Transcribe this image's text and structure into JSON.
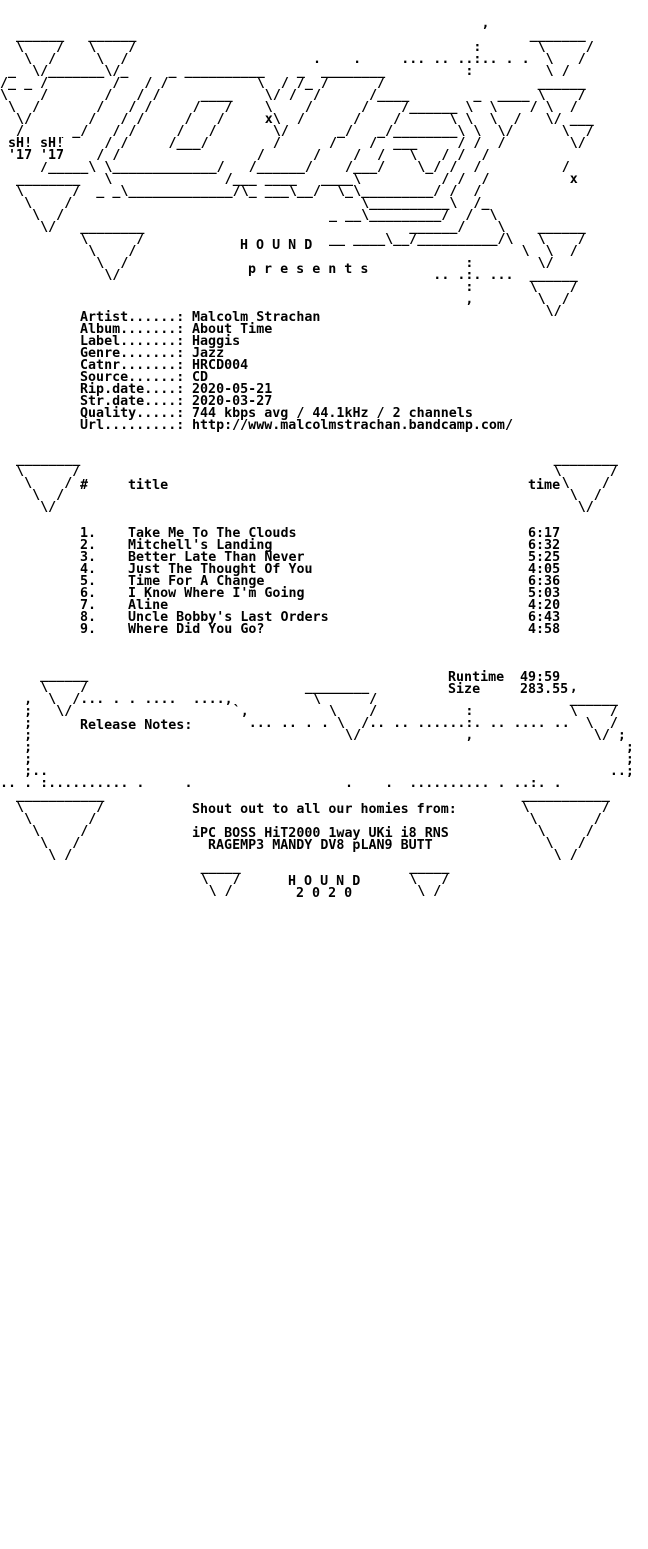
{
  "group": "H O U N D",
  "presents": "p r e s e n t s",
  "tag": "sH!",
  "tag_year": "'17",
  "info": {
    "artist_label": "Artist......:",
    "artist": "Malcolm Strachan",
    "album_label": "Album.......:",
    "album": "About Time",
    "label_label": "Label.......:",
    "label": "Haggis",
    "genre_label": "Genre.......:",
    "genre": "Jazz",
    "catnr_label": "Catnr.......:",
    "catnr": "HRCD004",
    "source_label": "Source......:",
    "source": "CD",
    "ripdate_label": "Rip.date....:",
    "ripdate": "2020-05-21",
    "strdate_label": "Str.date....:",
    "strdate": "2020-03-27",
    "quality_label": "Quality.....:",
    "quality": "744 kbps avg / 44.1kHz / 2 channels",
    "url_label": "Url.........:",
    "url": "http://www.malcolmstrachan.bandcamp.com/"
  },
  "tracklist": {
    "col_num": "#",
    "col_title": "title",
    "col_time": "time",
    "tracks": [
      {
        "num": "1.",
        "title": "Take Me To The Clouds",
        "time": "6:17"
      },
      {
        "num": "2.",
        "title": "Mitchell's Landing",
        "time": "6:32"
      },
      {
        "num": "3.",
        "title": "Better Late Than Never",
        "time": "5:25"
      },
      {
        "num": "4.",
        "title": "Just The Thought Of You",
        "time": "4:05"
      },
      {
        "num": "5.",
        "title": "Time For A Change",
        "time": "6:36"
      },
      {
        "num": "6.",
        "title": "I Know Where I'm Going",
        "time": "5:03"
      },
      {
        "num": "7.",
        "title": "Aline",
        "time": "4:20"
      },
      {
        "num": "8.",
        "title": "Uncle Bobby's Last Orders",
        "time": "6:43"
      },
      {
        "num": "9.",
        "title": "Where Did You Go?",
        "time": "4:58"
      }
    ]
  },
  "totals": {
    "runtime_label": "Runtime",
    "runtime": "49:59",
    "size_label": "Size",
    "size": "283.55"
  },
  "release_notes_label": "Release Notes:",
  "shout": {
    "heading": "Shout out to all our homies from:",
    "line1": "iPC BOSS HiT2000 1way UKi i8 RNS",
    "line2": "RAGEMP3 MANDY DV8 pLAN9 BUTT"
  },
  "footer": {
    "group": "H O U N D",
    "year": "2 0 2 0"
  }
}
